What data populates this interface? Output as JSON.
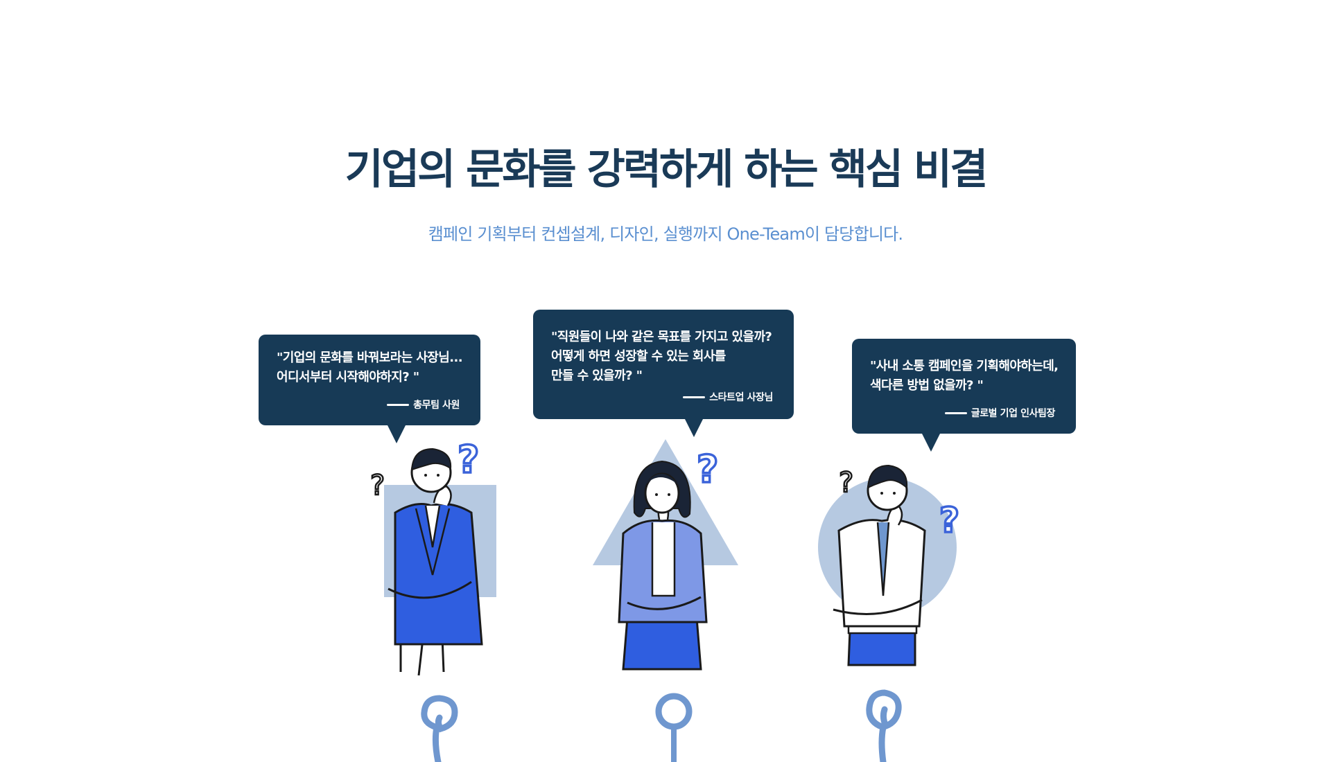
{
  "header": {
    "title": "기업의 문화를 강력하게 하는 핵심 비결",
    "subtitle": "캠페인 기획부터 컨셉설계, 디자인, 실행까지 One-Team이 담당합니다."
  },
  "testimonials": [
    {
      "quote": "\"기업의 문화를 바꿔보라는 사장님...\n어디서부터 시작해야하지? \"",
      "author": "총무팀 사원",
      "figure_icon": "thinking-man-suit-icon",
      "background_shape": "square"
    },
    {
      "quote": "\"직원들이 나와 같은 목표를 가지고 있을까?\n어떻게 하면 성장할 수 있는 회사를\n만들 수 있을까? \"",
      "author": "스타트업 사장님",
      "figure_icon": "thinking-woman-icon",
      "background_shape": "triangle"
    },
    {
      "quote": "\"사내 소통 캠페인을 기획해야하는데,\n색다른 방법 없을까? \"",
      "author": "글로벌 기업 인사팀장",
      "figure_icon": "thinking-man-shirt-icon",
      "background_shape": "circle"
    }
  ],
  "colors": {
    "title": "#1a3a57",
    "subtitle": "#5a8fd0",
    "bubble": "#173a56",
    "accent_blue": "#3b63d9",
    "shape_fill": "#b6c9e1",
    "line_blue": "#6f97cf"
  }
}
